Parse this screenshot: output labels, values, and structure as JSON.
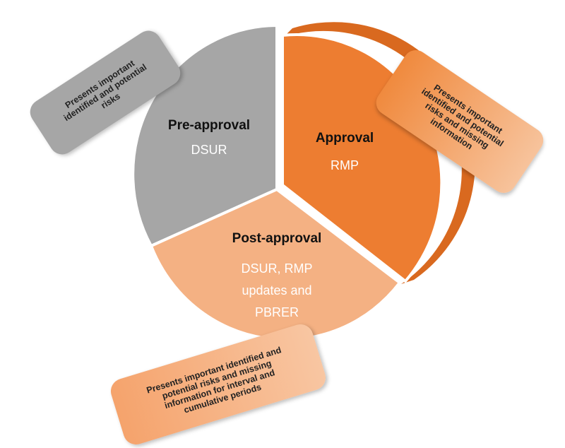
{
  "segments": [
    {
      "id": "pre-approval",
      "title": "Pre-approval",
      "subtitle_lines": [
        "DSUR"
      ],
      "color": "#a6a6a6"
    },
    {
      "id": "approval",
      "title": "Approval",
      "subtitle_lines": [
        "RMP"
      ],
      "color": "#ed7d31"
    },
    {
      "id": "post-approval",
      "title": "Post-approval",
      "subtitle_lines": [
        "DSUR, RMP",
        "updates and",
        "PBRER"
      ],
      "color": "#f4b183"
    }
  ],
  "callouts": {
    "pre_approval": "Presents important identified and potential risks",
    "approval": "Presents important identified and potential risks and missing information",
    "post_approval": "Presents important identified and potential risks and missing information for interval and cumulative periods"
  },
  "colors": {
    "pre_approval": "#a6a6a6",
    "approval": "#ed7d31",
    "approval_side": "#d9691f",
    "post_approval": "#f4b183"
  }
}
